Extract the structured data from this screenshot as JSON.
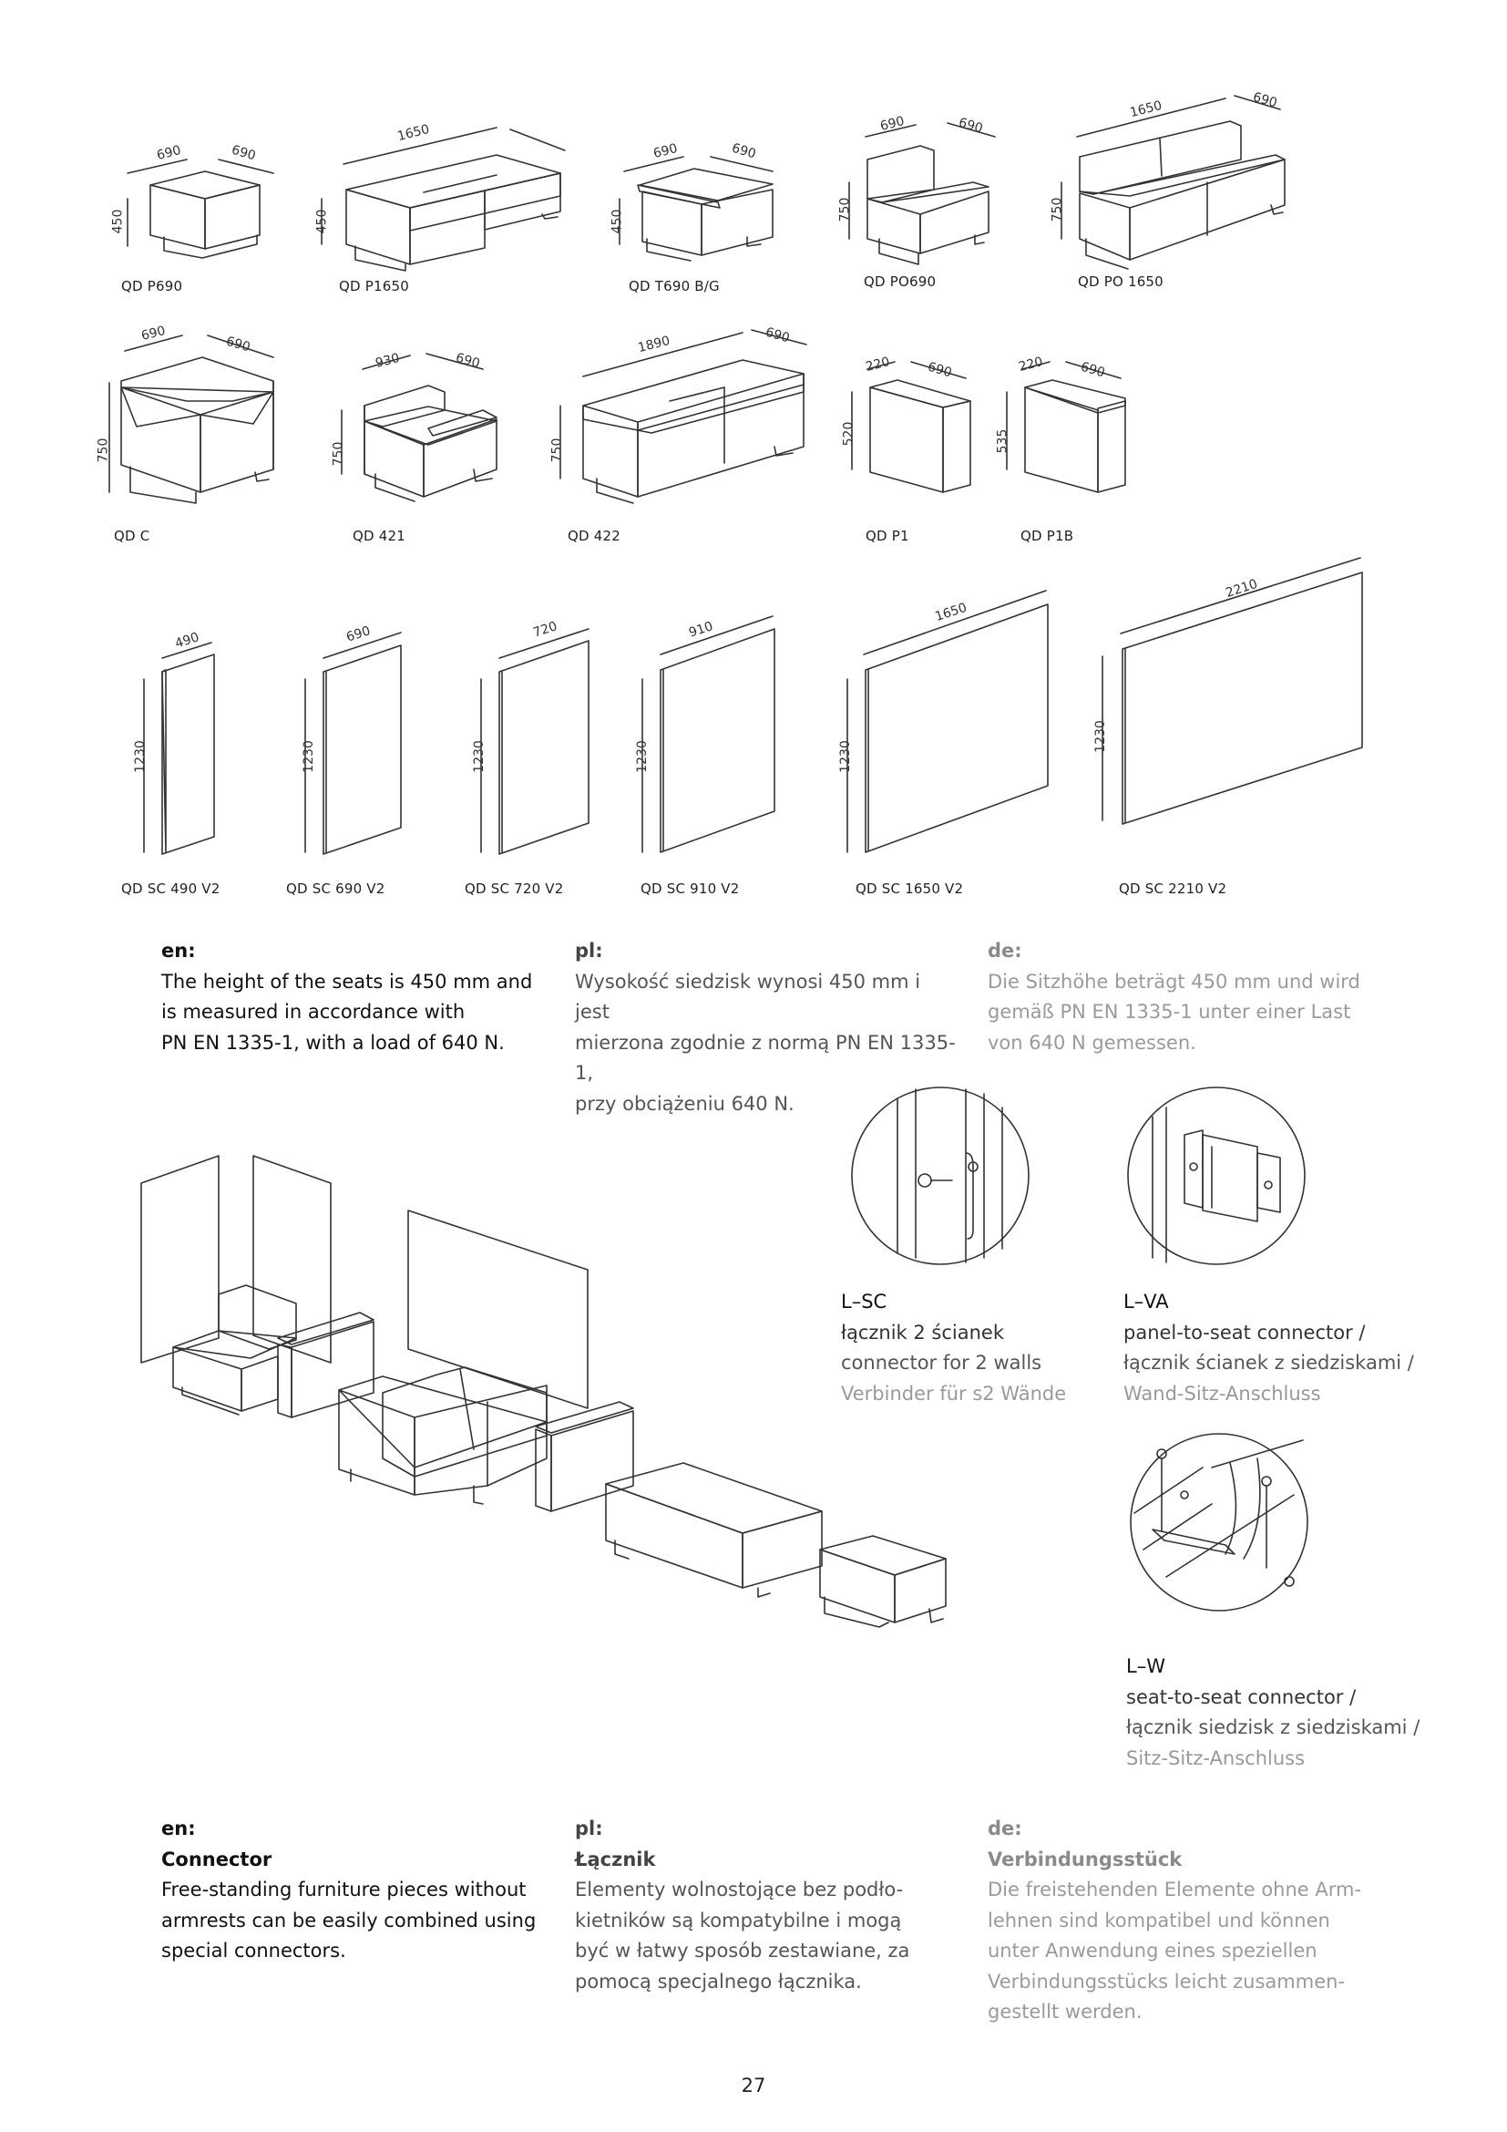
{
  "products": [
    {
      "code": "QD P690",
      "dims": [
        "690",
        "690",
        "450"
      ]
    },
    {
      "code": "QD P1650",
      "dims": [
        "1650",
        "450"
      ]
    },
    {
      "code": "QD T690 B/G",
      "dims": [
        "690",
        "690",
        "450"
      ]
    },
    {
      "code": "QD PO690",
      "dims": [
        "690",
        "690",
        "750"
      ]
    },
    {
      "code": "QD PO 1650",
      "dims": [
        "1650",
        "690",
        "750"
      ]
    },
    {
      "code": "QD C",
      "dims": [
        "690",
        "690",
        "750"
      ]
    },
    {
      "code": "QD 421",
      "dims": [
        "930",
        "690",
        "750"
      ]
    },
    {
      "code": "QD 422",
      "dims": [
        "1890",
        "690",
        "750"
      ]
    },
    {
      "code": "QD P1",
      "dims": [
        "220",
        "690",
        "520"
      ]
    },
    {
      "code": "QD P1B",
      "dims": [
        "220",
        "690",
        "535"
      ]
    }
  ],
  "screens": [
    {
      "code": "QD SC 490 V2",
      "width": "490",
      "height": "1230"
    },
    {
      "code": "QD SC 690 V2",
      "width": "690",
      "height": "1230"
    },
    {
      "code": "QD SC 720 V2",
      "width": "720",
      "height": "1230"
    },
    {
      "code": "QD SC 910 V2",
      "width": "910",
      "height": "1230"
    },
    {
      "code": "QD SC 1650 V2",
      "width": "1650",
      "height": "1230"
    },
    {
      "code": "QD SC 2210 V2",
      "width": "2210",
      "height": "1230"
    }
  ],
  "seat_height_note": {
    "en": {
      "lang": "en:",
      "lines": [
        "The height of the seats is 450 mm and",
        "is measured in accordance with",
        "PN EN 1335-1, with a load of 640 N."
      ]
    },
    "pl": {
      "lang": "pl:",
      "lines": [
        "Wysokość siedzisk wynosi 450 mm i jest",
        "mierzona zgodnie z normą PN EN 1335-1,",
        "przy obciążeniu 640 N."
      ]
    },
    "de": {
      "lang": "de:",
      "lines": [
        "Die Sitzhöhe beträgt 450 mm und wird",
        "gemäß PN EN 1335-1 unter einer Last",
        "von 640 N gemessen."
      ]
    }
  },
  "connectors": [
    {
      "code": "L–SC",
      "lines": [
        "łącznik 2 ścianek",
        "connector for 2 walls",
        "Verbinder für s2 Wände"
      ]
    },
    {
      "code": "L–VA",
      "lines": [
        "panel-to-seat connector /",
        "łącznik ścianek z siedziskami /",
        "Wand-Sitz-Anschluss"
      ]
    },
    {
      "code": "L–W",
      "lines": [
        "seat-to-seat connector /",
        "łącznik siedzisk z siedziskami /",
        "Sitz-Sitz-Anschluss"
      ]
    }
  ],
  "connector_note": {
    "en": {
      "lang": "en:",
      "title": "Connector",
      "lines": [
        "Free-standing furniture pieces without",
        "armrests can be easily combined using",
        "special connectors."
      ]
    },
    "pl": {
      "lang": "pl:",
      "title": "Łącznik",
      "lines": [
        "Elementy wolnostojące bez podło-",
        "kietników są kompatybilne i mogą",
        "być w łatwy sposób zestawiane, za",
        "pomocą specjalnego łącznika."
      ]
    },
    "de": {
      "lang": "de:",
      "title": "Verbindungsstück",
      "lines": [
        "Die freistehenden Elemente ohne Arm-",
        "lehnen sind kompatibel und können",
        "unter Anwendung eines speziellen",
        "Verbindungsstücks leicht zusammen-",
        "gestellt werden."
      ]
    }
  },
  "page_number": "27",
  "colors": {
    "text": "#1a1a1a",
    "line": "#333333",
    "muted": "#9a9a9a"
  }
}
